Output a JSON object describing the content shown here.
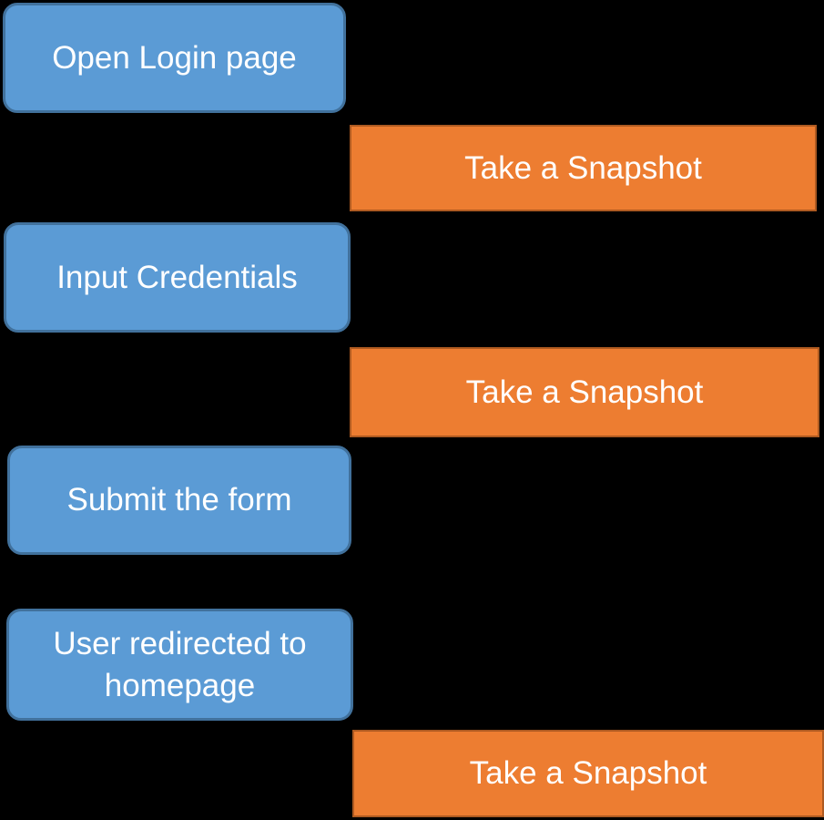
{
  "diagram": {
    "background_color": "#000000",
    "colors": {
      "step_fill": "#5B9BD5",
      "step_border": "#41719C",
      "snapshot_fill": "#ED7D31",
      "snapshot_border": "#AE5A21",
      "text": "#FFFFFF"
    },
    "nodes": [
      {
        "id": "step-1",
        "type": "step",
        "label": "Open Login page"
      },
      {
        "id": "snapshot-1",
        "type": "snapshot",
        "label": "Take a Snapshot"
      },
      {
        "id": "step-2",
        "type": "step",
        "label": "Input Credentials"
      },
      {
        "id": "snapshot-2",
        "type": "snapshot",
        "label": "Take a Snapshot"
      },
      {
        "id": "step-3",
        "type": "step",
        "label": "Submit the form"
      },
      {
        "id": "step-4",
        "type": "step",
        "label": "User redirected to homepage"
      },
      {
        "id": "snapshot-3",
        "type": "snapshot",
        "label": "Take a Snapshot"
      }
    ]
  }
}
